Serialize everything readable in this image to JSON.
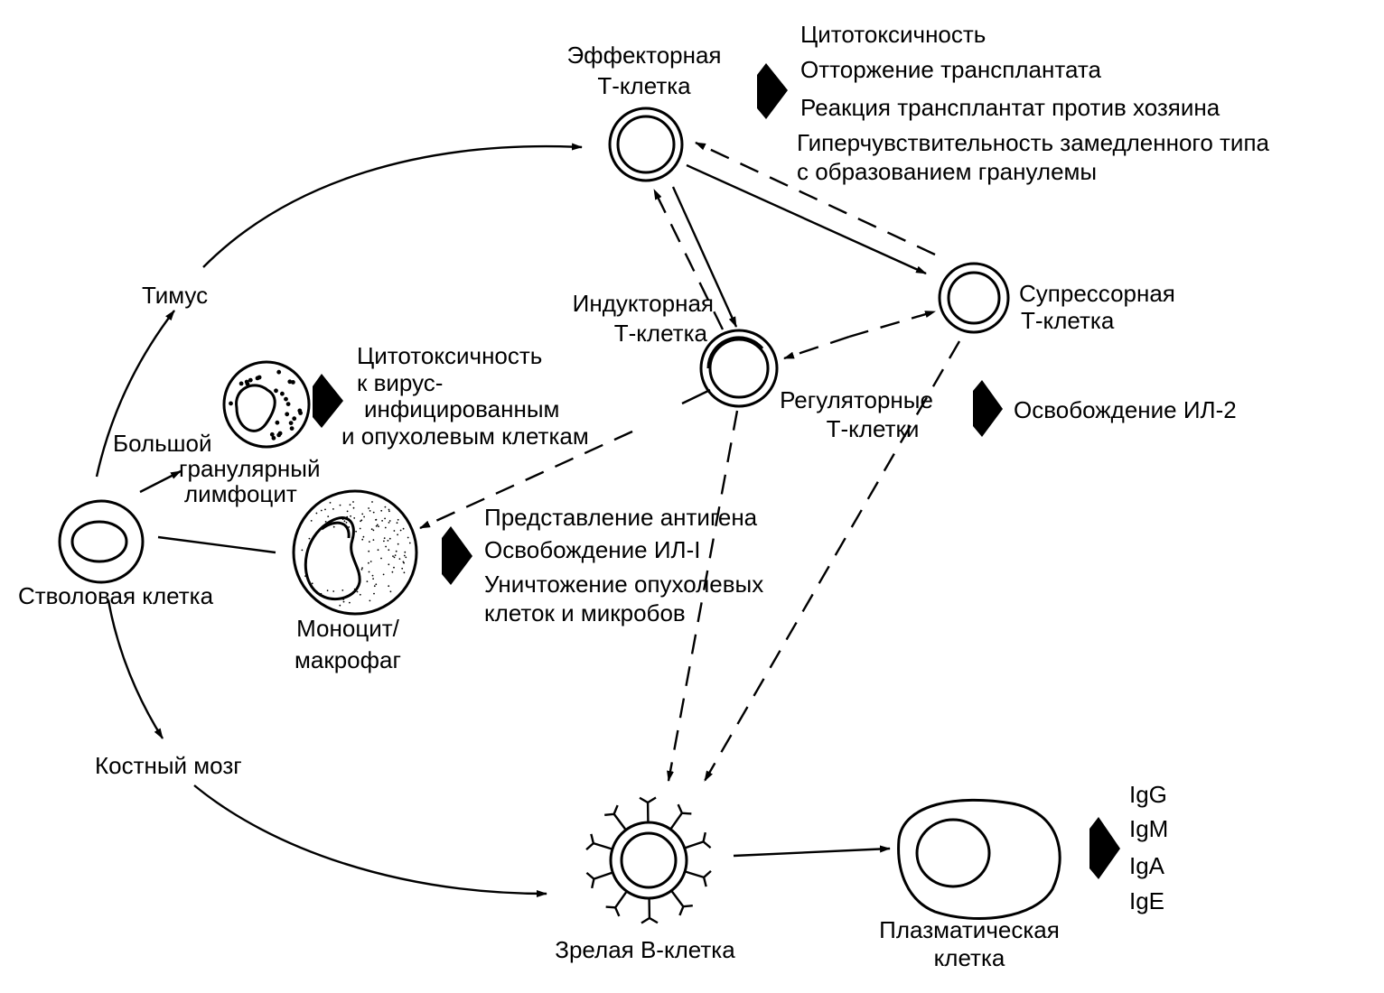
{
  "cells": {
    "effector": [
      "Эффекторная",
      "Т-клетка"
    ],
    "inductor": [
      "Индукторная",
      "Т-клетка"
    ],
    "suppressor": [
      "Супрессорная",
      "Т-клетка"
    ],
    "regulatory": [
      "Регуляторные",
      "Т-клетки"
    ],
    "stem": "Стволовая клетка",
    "lgl": [
      "Большой",
      "гранулярный",
      "лимфоцит"
    ],
    "monocyte": [
      "Моноцит/",
      "макрофаг"
    ],
    "bcell": "Зрелая В-клетка",
    "plasma": [
      "Плазматическая",
      "клетка"
    ]
  },
  "organs": {
    "thymus": "Тимус",
    "bone_marrow": "Костный мозг"
  },
  "functions": {
    "effector": [
      "Цитотоксичность",
      "Отторжение трансплантата",
      "Реакция трансплантат против хозяина",
      "Гиперчувствительность замедленного типа",
      "с образованием гранулемы"
    ],
    "lgl": [
      "Цитотоксичность",
      "к вирус-",
      "инфицированным",
      "и опухолевым клеткам"
    ],
    "regulatory": "Освобождение ИЛ-2",
    "monocyte": [
      "Представление антигена",
      "Освобождение ИЛ-I",
      "Уничтожение опухолевых",
      "клеток и микробов"
    ],
    "plasma": [
      "IgG",
      "IgM",
      "IgA",
      "IgE"
    ]
  }
}
